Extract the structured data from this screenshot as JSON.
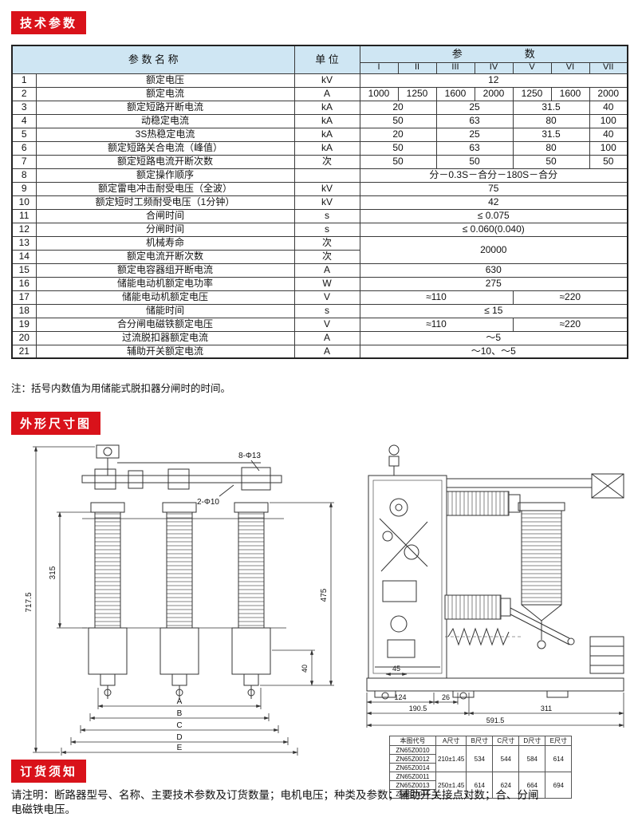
{
  "colors": {
    "section_bg": "#d9121a",
    "table_header_bg": "#cfe6f3"
  },
  "sections": {
    "tech_params": "技术参数",
    "dimensions": "外形尺寸图",
    "ordering": "订货须知"
  },
  "params_table": {
    "header_name": "参 数 名 称",
    "header_unit": "单 位",
    "header_params": "参　　　　　　数",
    "columns": [
      "I",
      "II",
      "III",
      "IV",
      "V",
      "VI",
      "VII"
    ],
    "rows": [
      {
        "no": "1",
        "name": "额定电压",
        "unit": "kV",
        "cells": [
          {
            "text": "12",
            "span": 7
          }
        ]
      },
      {
        "no": "2",
        "name": "额定电流",
        "unit": "A",
        "cells": [
          {
            "text": "1000",
            "span": 1
          },
          {
            "text": "1250",
            "span": 1
          },
          {
            "text": "1600",
            "span": 1
          },
          {
            "text": "2000",
            "span": 1
          },
          {
            "text": "1250",
            "span": 1
          },
          {
            "text": "1600",
            "span": 1
          },
          {
            "text": "2000",
            "span": 1
          }
        ]
      },
      {
        "no": "3",
        "name": "额定短路开断电流",
        "unit": "kA",
        "cells": [
          {
            "text": "20",
            "span": 2
          },
          {
            "text": "25",
            "span": 2
          },
          {
            "text": "31.5",
            "span": 2
          },
          {
            "text": "40",
            "span": 1
          }
        ]
      },
      {
        "no": "4",
        "name": "动稳定电流",
        "unit": "kA",
        "cells": [
          {
            "text": "50",
            "span": 2
          },
          {
            "text": "63",
            "span": 2
          },
          {
            "text": "80",
            "span": 2
          },
          {
            "text": "100",
            "span": 1
          }
        ]
      },
      {
        "no": "5",
        "name": "3S热稳定电流",
        "unit": "kA",
        "cells": [
          {
            "text": "20",
            "span": 2
          },
          {
            "text": "25",
            "span": 2
          },
          {
            "text": "31.5",
            "span": 2
          },
          {
            "text": "40",
            "span": 1
          }
        ]
      },
      {
        "no": "6",
        "name": "额定短路关合电流（峰值）",
        "unit": "kA",
        "cells": [
          {
            "text": "50",
            "span": 2
          },
          {
            "text": "63",
            "span": 2
          },
          {
            "text": "80",
            "span": 2
          },
          {
            "text": "100",
            "span": 1
          }
        ]
      },
      {
        "no": "7",
        "name": "额定短路电流开断次数",
        "unit": "次",
        "cells": [
          {
            "text": "50",
            "span": 2
          },
          {
            "text": "50",
            "span": 2
          },
          {
            "text": "50",
            "span": 2
          },
          {
            "text": "50",
            "span": 1
          }
        ]
      },
      {
        "no": "8",
        "name": "额定操作顺序",
        "unit": "",
        "cells": [
          {
            "text": "分－0.3S－合分－180S－合分",
            "span": 7
          }
        ]
      },
      {
        "no": "9",
        "name": "额定雷电冲击耐受电压（全波）",
        "unit": "kV",
        "cells": [
          {
            "text": "75",
            "span": 7
          }
        ]
      },
      {
        "no": "10",
        "name": "额定短时工频耐受电压（1分钟）",
        "unit": "kV",
        "cells": [
          {
            "text": "42",
            "span": 7
          }
        ]
      },
      {
        "no": "11",
        "name": "合闸时间",
        "unit": "s",
        "cells": [
          {
            "text": "≤ 0.075",
            "span": 7
          }
        ]
      },
      {
        "no": "12",
        "name": "分闸时间",
        "unit": "s",
        "cells": [
          {
            "text": "≤ 0.060(0.040)",
            "span": 7
          }
        ]
      },
      {
        "no": "13",
        "name": "机械寿命",
        "unit": "次",
        "cells": [
          {
            "text": "20000",
            "span": 7,
            "rows": 2
          }
        ]
      },
      {
        "no": "14",
        "name": "额定电流开断次数",
        "unit": "次",
        "cells": []
      },
      {
        "no": "15",
        "name": "额定电容器组开断电流",
        "unit": "A",
        "cells": [
          {
            "text": "630",
            "span": 7
          }
        ]
      },
      {
        "no": "16",
        "name": "储能电动机额定电功率",
        "unit": "W",
        "cells": [
          {
            "text": "275",
            "span": 7
          }
        ]
      },
      {
        "no": "17",
        "name": "储能电动机额定电压",
        "unit": "V",
        "cells": [
          {
            "text": "≈110",
            "span": 4
          },
          {
            "text": "≈220",
            "span": 3
          }
        ]
      },
      {
        "no": "18",
        "name": "储能时间",
        "unit": "s",
        "cells": [
          {
            "text": "≤ 15",
            "span": 7
          }
        ]
      },
      {
        "no": "19",
        "name": "合分闸电磁铁额定电压",
        "unit": "V",
        "cells": [
          {
            "text": "≈110",
            "span": 4
          },
          {
            "text": "≈220",
            "span": 3
          }
        ]
      },
      {
        "no": "20",
        "name": "过流脱扣器额定电流",
        "unit": "A",
        "cells": [
          {
            "text": "～5",
            "span": 7
          }
        ]
      },
      {
        "no": "21",
        "name": "辅助开关额定电流",
        "unit": "A",
        "cells": [
          {
            "text": "～10、～5",
            "span": 7
          }
        ]
      }
    ]
  },
  "note": "注：括号内数值为用储能式脱扣器分闸时的时间。",
  "left_drawing": {
    "dim_717": "717.5",
    "dim_315": "315",
    "dim_475": "475",
    "dim_40": "40",
    "label_holes_top": "8-Φ13",
    "label_holes_mid": "2-Φ10",
    "dim_a": "A",
    "dim_b": "B",
    "dim_c": "C",
    "dim_d": "D",
    "dim_e": "E"
  },
  "right_drawing": {
    "dim_45": "45",
    "dim_124": "124",
    "dim_26": "26",
    "dim_190": "190.5",
    "dim_311": "311",
    "dim_591": "591.5"
  },
  "dim_table": {
    "headers": [
      "本图代号",
      "A尺寸",
      "B尺寸",
      "C尺寸",
      "D尺寸",
      "E尺寸"
    ],
    "models": [
      "ZN65Z0010",
      "ZN65Z0012",
      "ZN65Z0014",
      "ZN65Z0011",
      "ZN65Z0013",
      "ZN65Z0015"
    ],
    "groups": [
      [
        "210±1.45",
        "534",
        "544",
        "584",
        "614"
      ],
      [
        "250±1.45",
        "614",
        "624",
        "664",
        "694"
      ]
    ]
  },
  "ordering": {
    "line1": "请注明：断路器型号、名称、主要技术参数及订货数量；电机电压；种类及参数；辅助开关接点对数；合、分闸",
    "line2": "电磁铁电压。"
  }
}
